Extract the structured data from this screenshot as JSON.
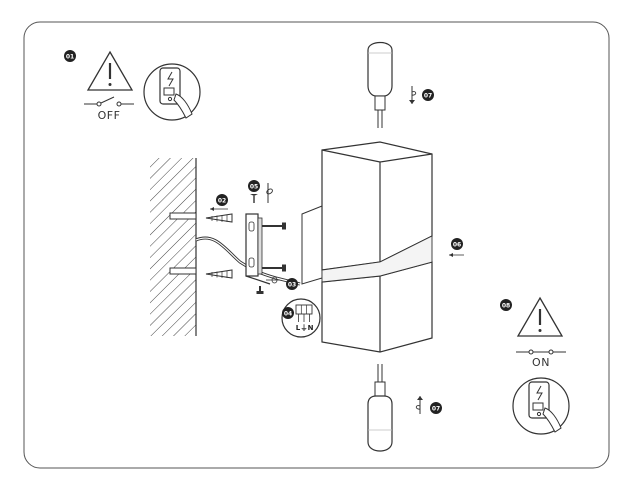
{
  "steps": {
    "s1": "01",
    "s2": "02",
    "s3": "03",
    "s4": "04",
    "s5": "05",
    "s6": "06",
    "s7a": "07",
    "s7b": "07",
    "s8": "08"
  },
  "switch_off_label": "OFF",
  "switch_on_label": "ON",
  "terminal": {
    "l": "L",
    "earth": "⏚",
    "n": "N"
  }
}
